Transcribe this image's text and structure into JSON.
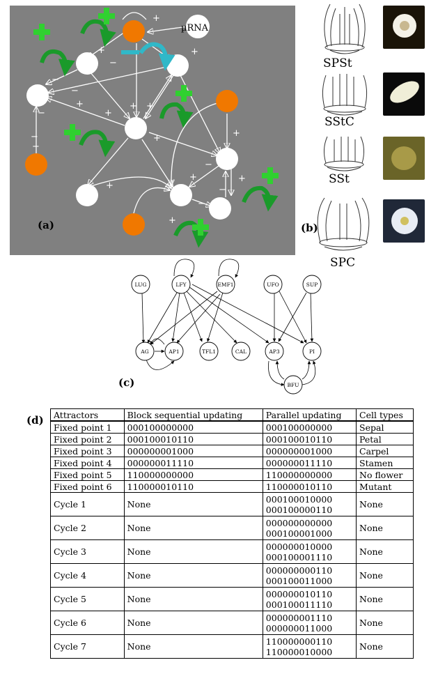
{
  "panel_a": {
    "label": "(a)",
    "micro_rna_label": "µRNA",
    "edge_signs": [
      "+",
      "+",
      "+",
      "+",
      "−",
      "−",
      "−",
      "−",
      "+",
      "+",
      "+",
      "+",
      "−",
      "−",
      "+",
      "+",
      "+",
      "−",
      "+",
      "−",
      "−",
      "+",
      "+"
    ],
    "colors": {
      "background": "#808080",
      "active_node": "#f07800",
      "inactive_node": "#ffffff",
      "positive_arrow": "#1a9a2a",
      "negative_arrow": "#30b8c8",
      "plus_badge": "#30d030"
    }
  },
  "panel_b": {
    "label": "(b)",
    "flowers": [
      {
        "label": "SPSt"
      },
      {
        "label": "SStC"
      },
      {
        "label": "SSt"
      },
      {
        "label": "SPC"
      }
    ]
  },
  "panel_c": {
    "label": "(c)",
    "nodes": [
      "LUG",
      "LFY",
      "EMF1",
      "UFO",
      "SUP",
      "AG",
      "AP1",
      "TFL1",
      "CAL",
      "AP3",
      "PI",
      "BFU"
    ]
  },
  "panel_d": {
    "label": "(d)",
    "headers": [
      "Attractors",
      "Block sequential updating",
      "Parallel updating",
      "Cell types"
    ],
    "fixed_points": [
      {
        "name": "Fixed point 1",
        "block": "000100000000",
        "parallel": "000100000000",
        "cell": "Sepal"
      },
      {
        "name": "Fixed point 2",
        "block": "000100010110",
        "parallel": "000100010110",
        "cell": "Petal"
      },
      {
        "name": "Fixed point 3",
        "block": "000000001000",
        "parallel": "000000001000",
        "cell": "Carpel"
      },
      {
        "name": "Fixed point 4",
        "block": "000000011110",
        "parallel": "000000011110",
        "cell": "Stamen"
      },
      {
        "name": "Fixed point 5",
        "block": "110000000000",
        "parallel": "110000000000",
        "cell": "No flower"
      },
      {
        "name": "Fixed point 6",
        "block": "110000010110",
        "parallel": "110000010110",
        "cell": "Mutant"
      }
    ],
    "cycles": [
      {
        "name": "Cycle 1",
        "block": "None",
        "parallel_1": "000100010000",
        "parallel_2": "000100000110",
        "cell": "None"
      },
      {
        "name": "Cycle 2",
        "block": "None",
        "parallel_1": "000000000000",
        "parallel_2": "000100001000",
        "cell": "None"
      },
      {
        "name": "Cycle 3",
        "block": "None",
        "parallel_1": "000000010000",
        "parallel_2": "000100001110",
        "cell": "None"
      },
      {
        "name": "Cycle 4",
        "block": "None",
        "parallel_1": "000000000110",
        "parallel_2": "000100011000",
        "cell": "None"
      },
      {
        "name": "Cycle 5",
        "block": "None",
        "parallel_1": "000000010110",
        "parallel_2": "000100011110",
        "cell": "None"
      },
      {
        "name": "Cycle 6",
        "block": "None",
        "parallel_1": "000000001110",
        "parallel_2": "000000011000",
        "cell": "None"
      },
      {
        "name": "Cycle 7",
        "block": "None",
        "parallel_1": "110000000110",
        "parallel_2": "110000010000",
        "cell": "None"
      }
    ]
  }
}
